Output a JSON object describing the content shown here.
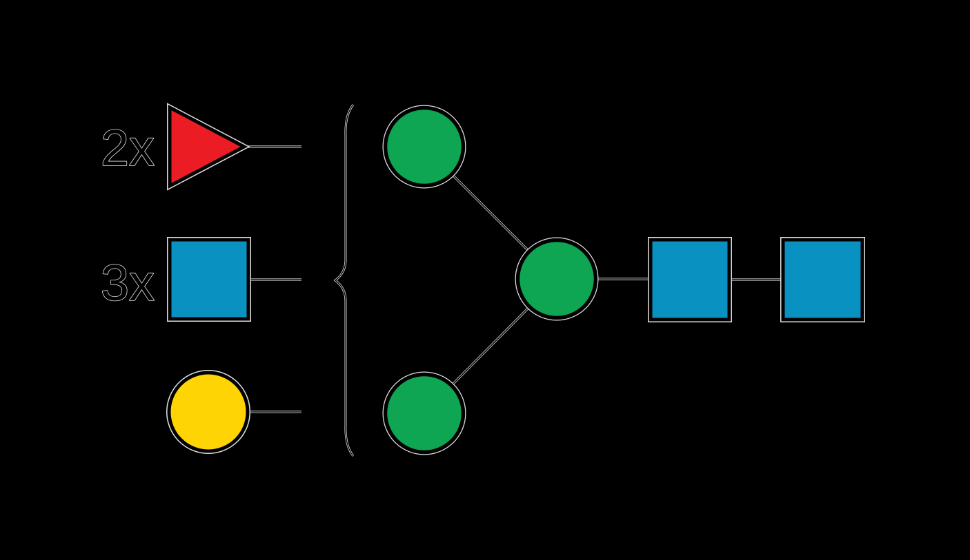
{
  "diagram": {
    "title": "glycan assembly schematic",
    "background_color": "#000000",
    "outline_color": "#000000",
    "halo_color": "#e2e2e2",
    "colors": {
      "red": "#EC1C24",
      "blue": "#0891C1",
      "yellow": "#FFD405",
      "green": "#0EA553"
    },
    "reactants": [
      {
        "multiplier_label": "2x",
        "symbol": "red-triangle"
      },
      {
        "multiplier_label": "3x",
        "symbol": "blue-square"
      },
      {
        "multiplier_label": "",
        "symbol": "yellow-circle"
      }
    ],
    "grouping_symbol": "left-curly-brace",
    "product_structure": {
      "nodes": [
        {
          "id": "green-circle-top",
          "shape": "circle",
          "color": "green"
        },
        {
          "id": "green-circle-center",
          "shape": "circle",
          "color": "green"
        },
        {
          "id": "green-circle-bottom",
          "shape": "circle",
          "color": "green"
        },
        {
          "id": "blue-square-inner",
          "shape": "square",
          "color": "blue"
        },
        {
          "id": "blue-square-end",
          "shape": "square",
          "color": "blue"
        }
      ],
      "links": [
        {
          "from": "green-circle-top",
          "to": "green-circle-center"
        },
        {
          "from": "green-circle-bottom",
          "to": "green-circle-center"
        },
        {
          "from": "green-circle-center",
          "to": "blue-square-inner"
        },
        {
          "from": "blue-square-inner",
          "to": "blue-square-end"
        }
      ]
    }
  }
}
